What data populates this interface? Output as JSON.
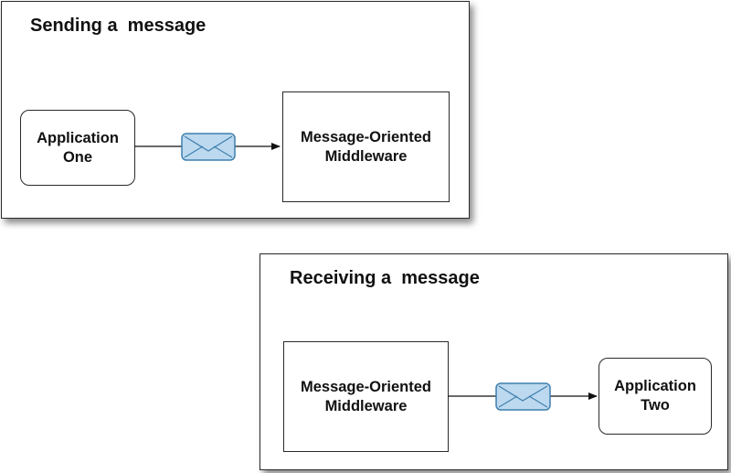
{
  "diagram": {
    "sending": {
      "title": "Sending a  message",
      "source": {
        "label": "Application\nOne",
        "shape": "rounded-rectangle"
      },
      "target": {
        "label": "Message-Oriented\nMiddleware",
        "shape": "rectangle"
      },
      "connector": {
        "icon": "envelope-icon",
        "arrow": "source-to-target"
      }
    },
    "receiving": {
      "title": "Receiving a  message",
      "source": {
        "label": "Message-Oriented\nMiddleware",
        "shape": "rectangle"
      },
      "target": {
        "label": "Application\nTwo",
        "shape": "rounded-rectangle"
      },
      "connector": {
        "icon": "envelope-icon",
        "arrow": "source-to-target"
      }
    }
  },
  "colors": {
    "envelope_fill": "#bcd9ef",
    "envelope_stroke": "#3f7fad",
    "line": "#111111"
  }
}
